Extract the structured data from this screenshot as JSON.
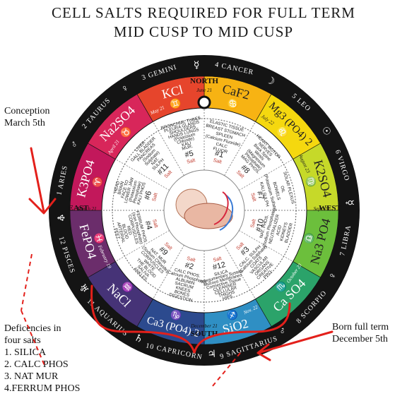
{
  "title": {
    "line1": "CELL SALTS REQUIRED FOR FULL TERM",
    "line2": "MID CUSP TO MID CUSP"
  },
  "notes": {
    "conception": [
      "Conception",
      "March 5th"
    ],
    "born": [
      "Born full term",
      "December 5th"
    ],
    "deficiency_heading": [
      "Deficencies in",
      "four salts"
    ],
    "deficiency_items": [
      "1. SILICA",
      "2. CALC PHOS",
      "3. NAT MUR",
      "4.FERRUM PHOS"
    ]
  },
  "directions": {
    "north": "NORTH",
    "south": "SOUTH",
    "east": "EAST",
    "west": "WEST"
  },
  "direction_dates": {
    "north": "June 21",
    "south": "December 21",
    "east": "March 21",
    "west": "Sept. 23"
  },
  "signs": [
    {
      "num": "4",
      "name": "CANCER",
      "glyph": "☽"
    },
    {
      "num": "5",
      "name": "LEO",
      "glyph": "☉"
    },
    {
      "num": "6",
      "name": "VIRGO",
      "glyph": "☿"
    },
    {
      "num": "7",
      "name": "LIBRA",
      "glyph": "♀"
    },
    {
      "num": "8",
      "name": "SCORPIO",
      "glyph": "♂"
    },
    {
      "num": "9",
      "name": "SAGITTARIUS",
      "glyph": "♃"
    },
    {
      "num": "10",
      "name": "CAPRICORN",
      "glyph": "♄"
    },
    {
      "num": "11",
      "name": "AQUARIUS",
      "glyph": "♅"
    },
    {
      "num": "12",
      "name": "PISCES",
      "glyph": "♆"
    },
    {
      "num": "1",
      "name": "ARIES",
      "glyph": "♂"
    },
    {
      "num": "2",
      "name": "TAURUS",
      "glyph": "♀"
    },
    {
      "num": "3",
      "name": "GEMINI",
      "glyph": "☿"
    }
  ],
  "salts": [
    {
      "formula": "CaF2",
      "symbol": "♋",
      "date": "",
      "color": "#f7b313",
      "number": "#1",
      "body": [
        "ELASTIC TISSUE",
        "BREAST STOMACH",
        "SPLEEN",
        "(Calcium Fluoride)",
        "CALC",
        "FLUOR"
      ]
    },
    {
      "formula": "Mg3 (PO4) 2",
      "symbol": "♌",
      "date": "July 22",
      "color": "#f5d80f",
      "number": "#8",
      "body": [
        "HEART MOTOR",
        "NERVES",
        "Back Spine",
        "Wrists",
        "(Magnesium",
        "Phosphate)",
        "MAG PHOS."
      ]
    },
    {
      "formula": "K2SO4",
      "symbol": "♍",
      "date": "August 23",
      "color": "#c6d929",
      "number": "#7",
      "body": [
        "SOLAR PLEXUS",
        "OIL",
        "BOWELS",
        "(Potassium Sulfate)",
        "KALI SULPH"
      ]
    },
    {
      "formula": "Na3 PO4",
      "symbol": "♎",
      "date": "",
      "color": "#6cbf3c",
      "number": "#10",
      "body": [
        "BLADDER",
        "KIDNEYS",
        "ACID",
        "NEUTRALIZER",
        "(Sodium Phosphate)",
        "NAT. PHOS."
      ]
    },
    {
      "formula": "Ca SO4",
      "symbol": "♏",
      "date": "October 23",
      "color": "#2ba36a",
      "number": "#3",
      "body": [
        "PRO-",
        "CREATIVE",
        "ORGANS",
        "VASCULAR",
        "COATS",
        "(Calcium Sulphate)",
        "CALC. SULPH"
      ]
    },
    {
      "formula": "SiO2",
      "symbol": "♐",
      "date": "Nov. 22",
      "color": "#2f8fc4",
      "number": "#12",
      "body": [
        "HIPS",
        "THIGHS",
        "CELLULAR",
        "CLEANSER",
        "Connective Tissue",
        "Mucous Membranes",
        "Integumentary System",
        "SILICA"
      ]
    },
    {
      "formula": "Ca3 (PO4) 2",
      "symbol": "♑",
      "date": "",
      "color": "#2c4a8e",
      "number": "#2",
      "body": [
        "DIGESTION",
        "BONES",
        "KNEES",
        "SACRUM",
        "ALBUMIN",
        "(Calcium Phosphate)",
        "CALC PHOS."
      ]
    },
    {
      "formula": "NaCl",
      "symbol": "♒",
      "date": "",
      "color": "#463377",
      "number": "#9",
      "body": [
        "ANKLES",
        "SALIVA",
        "THE BLOOD",
        "WHITE",
        "CORPUSCLES",
        "(Sodium Chloride)",
        "NAT. MUR"
      ]
    },
    {
      "formula": "FePO4",
      "symbol": "♓",
      "date": "February 19",
      "color": "#6b2d6b",
      "number": "#4",
      "body": [
        "FEET",
        "ARTERIAL",
        "BLOOD",
        "RED",
        "CORPUSCLES",
        "(Iron Phosphate)",
        "FERRUM PHOS."
      ]
    },
    {
      "formula": "K3PO4",
      "symbol": "♈",
      "date": "",
      "color": "#c2185b",
      "number": "#6",
      "body": [
        "HEAD",
        "BRAIN",
        "FACE TO",
        "LOWER JAW",
        "(Potassium",
        "Phosphate)",
        "KALI PHOS"
      ]
    },
    {
      "formula": "Na2SO4",
      "symbol": "♉",
      "date": "April 21",
      "color": "#d8265a",
      "number": "#11",
      "body": [
        "LIVER",
        "GALL BLADDER",
        "PANCREAS",
        "(Sodium",
        "Sulphate)",
        "NAT.",
        "SULPH"
      ]
    },
    {
      "formula": "KCl",
      "symbol": "♊",
      "date": "May 21",
      "color": "#e6452c",
      "number": "#5",
      "body": [
        "BRONCHIAL TUBES",
        "PLEURA GLANDS",
        "SHOULDERS",
        "HANDS LUNGS",
        "(Potassium",
        "Chloride)",
        "KALI",
        "MUR."
      ]
    }
  ],
  "salt_word": "Salt",
  "colors": {
    "outer_ring": "#141414",
    "ring_text": "#ffffff",
    "inner_text": "#222222",
    "annotation_red": "#e3201b",
    "dotted_ring": "#555555"
  }
}
